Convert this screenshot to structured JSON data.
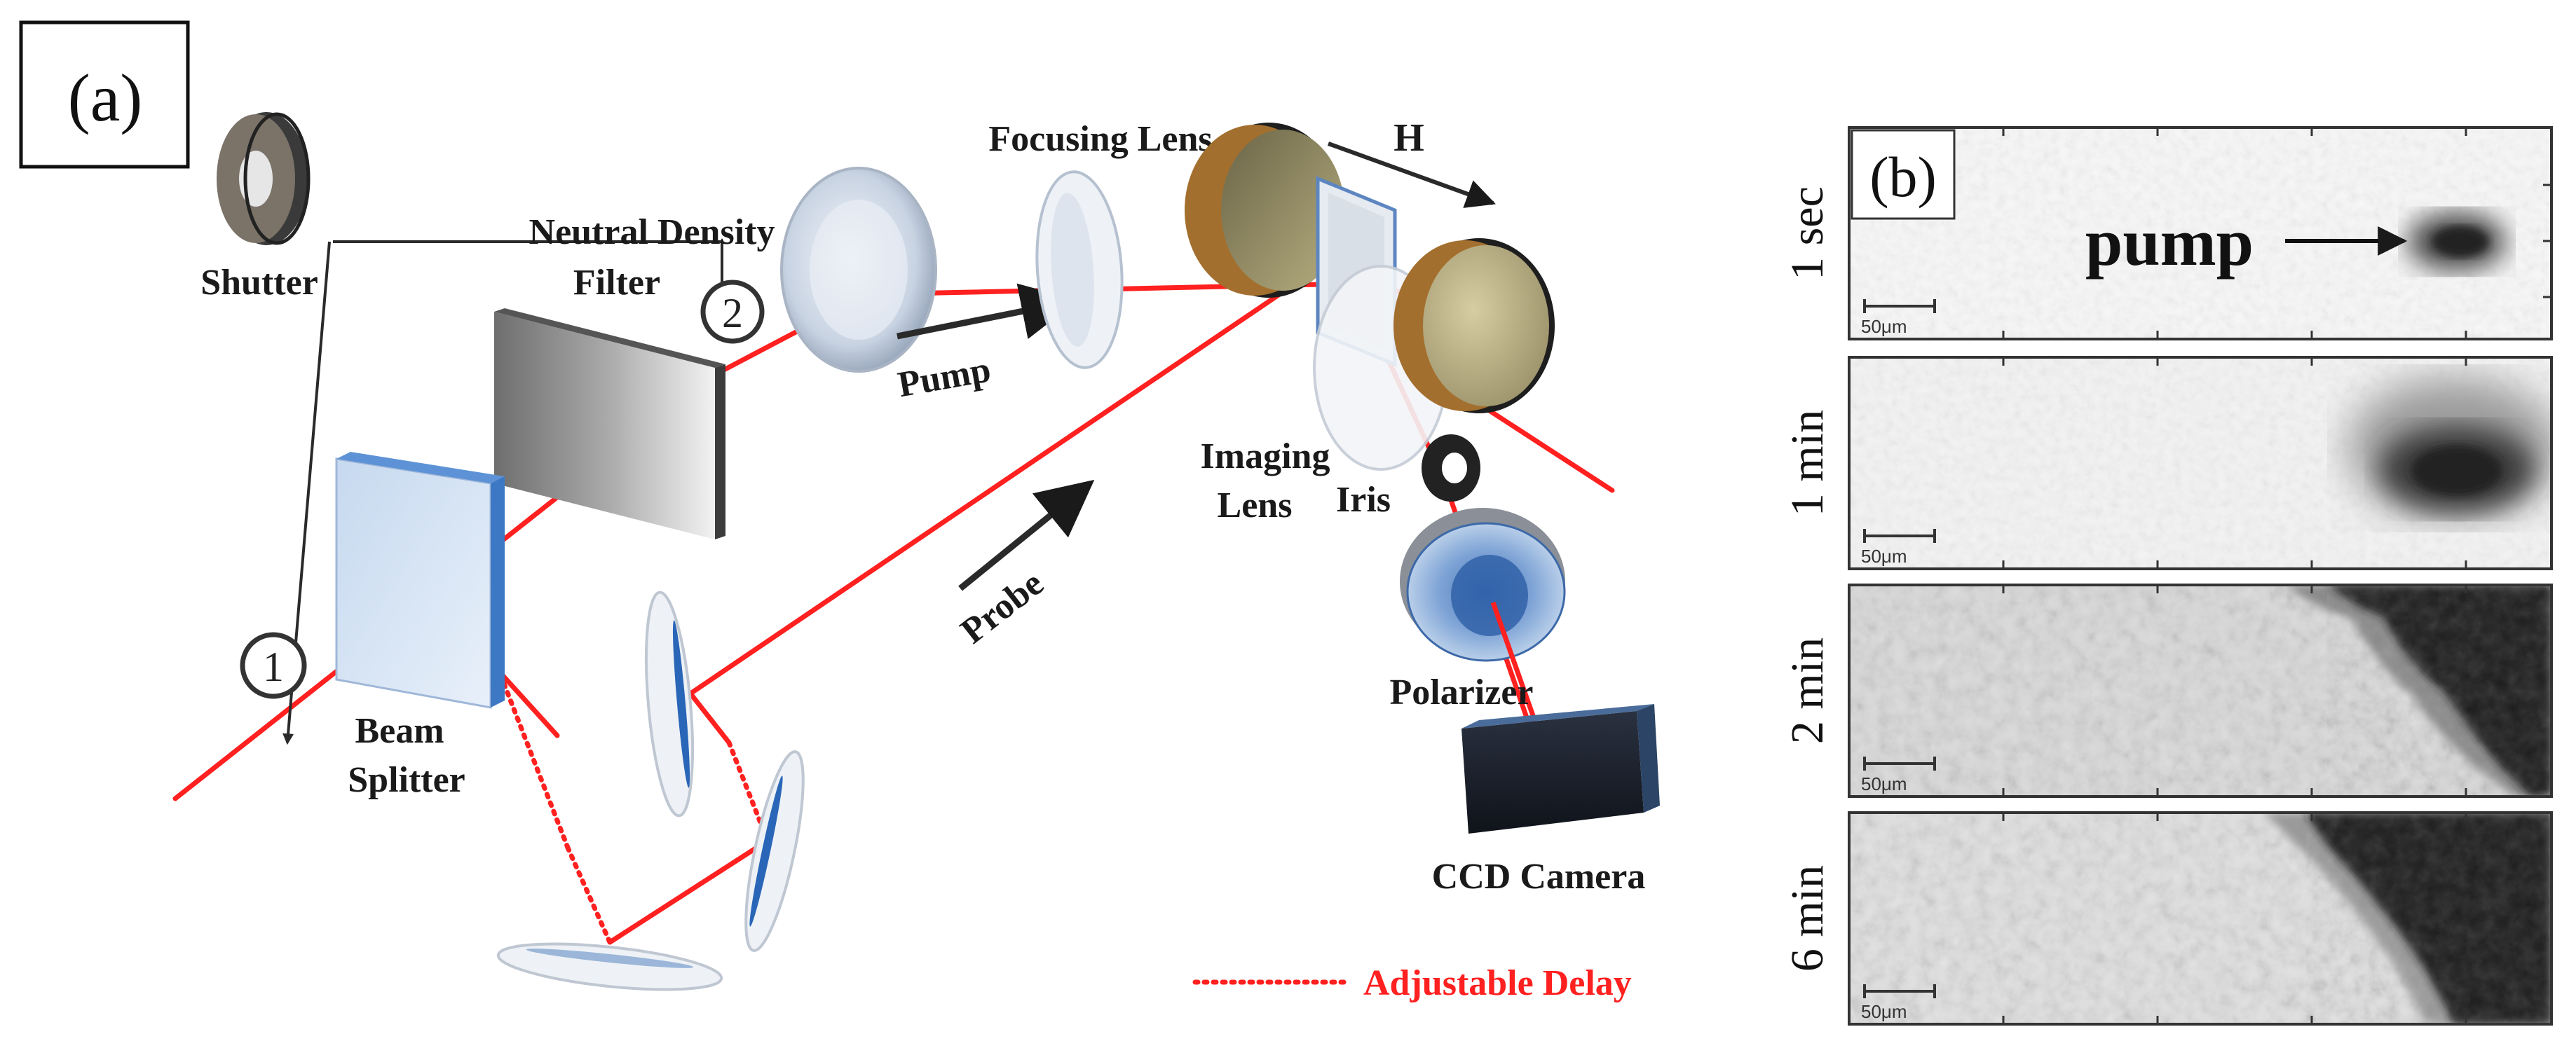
{
  "panel_a": {
    "tag": "(a)",
    "labels": {
      "shutter": "Shutter",
      "nd_filter_1": "Neutral Density",
      "nd_filter_2": "Filter",
      "focusing_lens": "Focusing Lens",
      "field": "H",
      "pump": "Pump",
      "probe": "Probe",
      "imaging_1": "Imaging",
      "imaging_2": "Lens",
      "iris": "Iris",
      "polarizer": "Polarizer",
      "beam_1": "Beam",
      "beam_2": "Splitter",
      "ccd": "CCD Camera",
      "delay": "Adjustable Delay",
      "marker_1": "1",
      "marker_2": "2"
    }
  },
  "panel_b": {
    "tag": "(b)",
    "pump_label": "pump",
    "scale": "50μm",
    "frames": [
      {
        "time": "1 sec"
      },
      {
        "time": "1 min"
      },
      {
        "time": "2 min"
      },
      {
        "time": "6 min"
      }
    ]
  },
  "colors": {
    "beam": "#ff2020",
    "delay_text": "#ff2020"
  }
}
